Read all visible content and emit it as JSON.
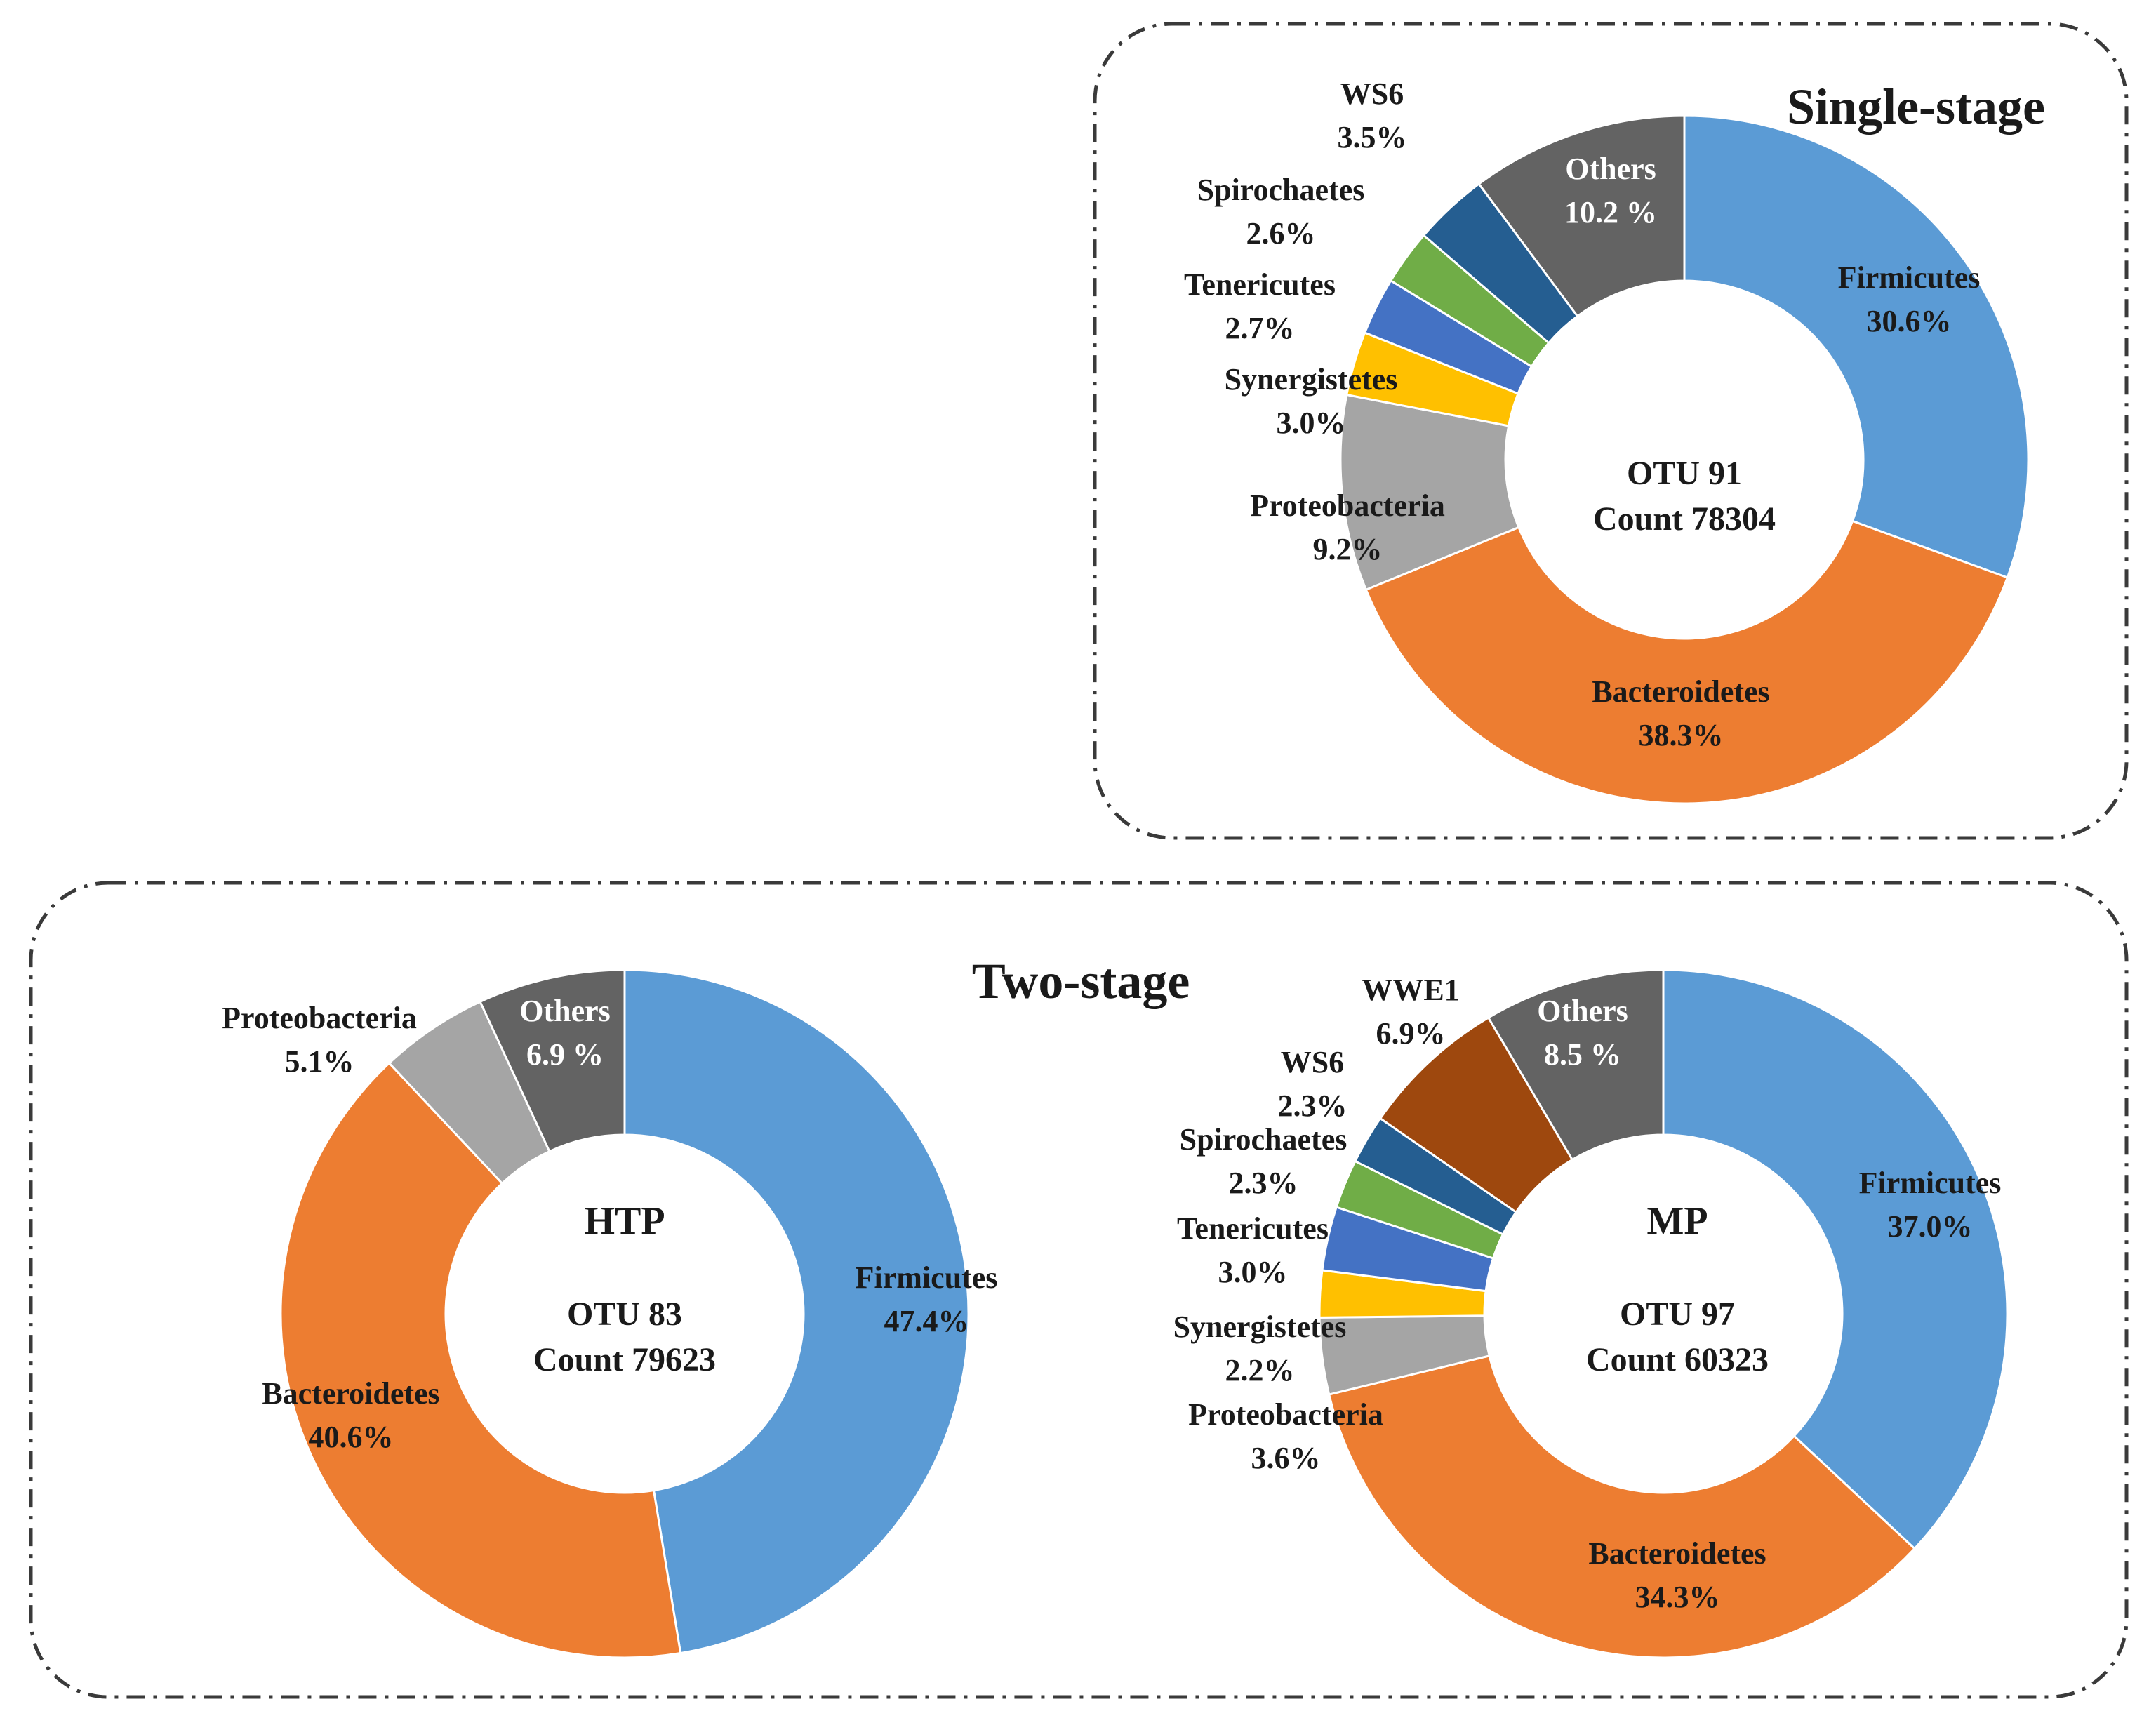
{
  "colors": {
    "Firmicutes": "#5b9bd5",
    "Bacteroidetes": "#ed7d31",
    "Proteobacteria": "#a5a5a5",
    "Synergistetes": "#ffc000",
    "Tenericutes": "#4472c4",
    "Spirochaetes": "#70ad47",
    "WS6": "#255e91",
    "WWE1": "#9e480e",
    "Others": "#636363"
  },
  "groups": [
    {
      "title": "Single-stage"
    },
    {
      "title": "Two-stage"
    }
  ],
  "chart_data": [
    {
      "type": "pie",
      "group": "Single-stage",
      "center": {
        "name": "",
        "otu": "OTU 91",
        "count": "Count 78304"
      },
      "slices": [
        {
          "name": "Firmicutes",
          "value": 30.6,
          "label": "30.6%"
        },
        {
          "name": "Bacteroidetes",
          "value": 38.3,
          "label": "38.3%"
        },
        {
          "name": "Proteobacteria",
          "value": 9.2,
          "label": "9.2%"
        },
        {
          "name": "Synergistetes",
          "value": 3.0,
          "label": "3.0%"
        },
        {
          "name": "Tenericutes",
          "value": 2.7,
          "label": "2.7%"
        },
        {
          "name": "Spirochaetes",
          "value": 2.6,
          "label": "2.6%"
        },
        {
          "name": "WS6",
          "value": 3.5,
          "label": "3.5%"
        },
        {
          "name": "Others",
          "value": 10.2,
          "label": "10.2 %"
        }
      ]
    },
    {
      "type": "pie",
      "group": "Two-stage",
      "center": {
        "name": "HTP",
        "otu": "OTU 83",
        "count": "Count 79623"
      },
      "slices": [
        {
          "name": "Firmicutes",
          "value": 47.4,
          "label": "47.4%"
        },
        {
          "name": "Bacteroidetes",
          "value": 40.6,
          "label": "40.6%"
        },
        {
          "name": "Proteobacteria",
          "value": 5.1,
          "label": "5.1%"
        },
        {
          "name": "Others",
          "value": 6.9,
          "label": "6.9 %"
        }
      ]
    },
    {
      "type": "pie",
      "group": "Two-stage",
      "center": {
        "name": "MP",
        "otu": "OTU 97",
        "count": "Count 60323"
      },
      "slices": [
        {
          "name": "Firmicutes",
          "value": 37.0,
          "label": "37.0%"
        },
        {
          "name": "Bacteroidetes",
          "value": 34.3,
          "label": "34.3%"
        },
        {
          "name": "Proteobacteria",
          "value": 3.6,
          "label": "3.6%"
        },
        {
          "name": "Synergistetes",
          "value": 2.2,
          "label": "2.2%"
        },
        {
          "name": "Tenericutes",
          "value": 3.0,
          "label": "3.0%"
        },
        {
          "name": "Spirochaetes",
          "value": 2.3,
          "label": "2.3%"
        },
        {
          "name": "WS6",
          "value": 2.3,
          "label": "2.3%"
        },
        {
          "name": "WWE1",
          "value": 6.9,
          "label": "6.9%"
        },
        {
          "name": "Others",
          "value": 8.5,
          "label": "8.5 %"
        }
      ]
    }
  ]
}
